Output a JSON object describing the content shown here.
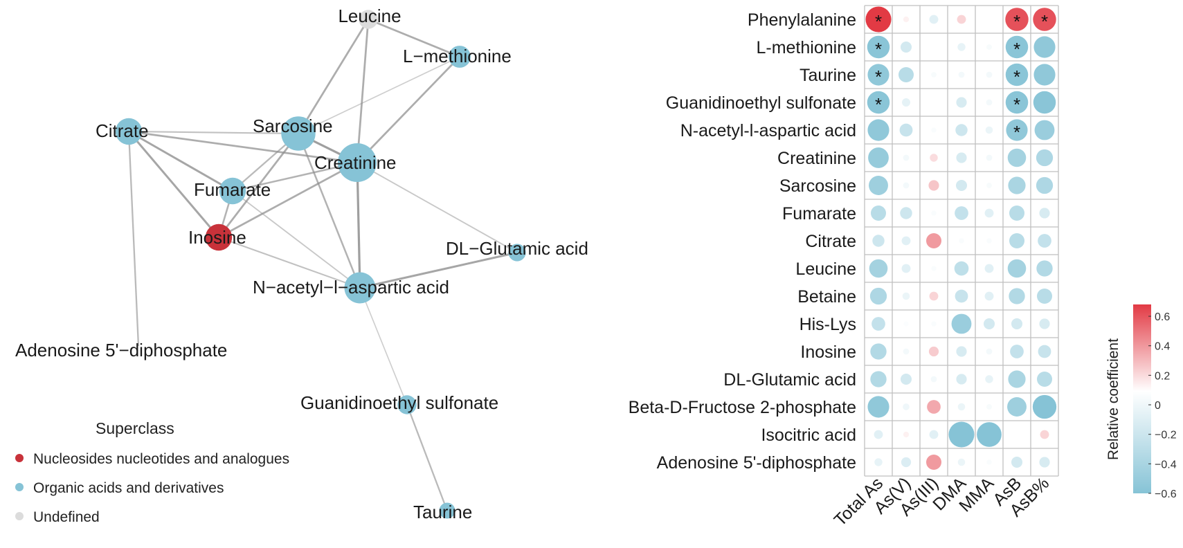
{
  "colors": {
    "nucleoside": "#C8323A",
    "organic": "#86C3D6",
    "undefined": "#DCDCDC",
    "edge": "#8E8E8E",
    "grid": "#BFBFBF",
    "positive_max": "#E23A44",
    "zero": "#FFFFFF",
    "negative_max": "#86C3D6"
  },
  "chart_data": [
    {
      "type": "network",
      "legend_title": "Superclass",
      "legend": [
        {
          "label": "Nucleosides nucleotides and analogues",
          "class": "nucleoside"
        },
        {
          "label": "Organic acids and derivatives",
          "class": "organic"
        },
        {
          "label": "Undefined",
          "class": "undefined"
        }
      ],
      "nodes": [
        {
          "id": "Leucine",
          "label": "Leucine",
          "class": "undefined",
          "size": 0.35
        },
        {
          "id": "L-methionine",
          "label": "L−methionine",
          "class": "organic",
          "size": 0.45
        },
        {
          "id": "Citrate",
          "label": "Citrate",
          "class": "organic",
          "size": 0.6
        },
        {
          "id": "Sarcosine",
          "label": "Sarcosine",
          "class": "organic",
          "size": 0.85
        },
        {
          "id": "Creatinine",
          "label": "Creatinine",
          "class": "organic",
          "size": 1.0
        },
        {
          "id": "Fumarate",
          "label": "Fumarate",
          "class": "organic",
          "size": 0.6
        },
        {
          "id": "Inosine",
          "label": "Inosine",
          "class": "nucleoside",
          "size": 0.6
        },
        {
          "id": "DL-Glutamic acid",
          "label": "DL−Glutamic acid",
          "class": "organic",
          "size": 0.3
        },
        {
          "id": "N-acetyl-l-aspartic acid",
          "label": "N−acetyl−l−aspartic acid",
          "class": "organic",
          "size": 0.75
        },
        {
          "id": "Adenosine 5'-diphosphate",
          "label": "Adenosine 5'−diphosphate",
          "class": "organic",
          "size": 0
        },
        {
          "id": "Guanidinoethyl sulfonate",
          "label": "Guanidinoethyl sulfonate",
          "class": "organic",
          "size": 0.35
        },
        {
          "id": "Taurine",
          "label": "Taurine",
          "class": "organic",
          "size": 0.25
        }
      ],
      "edges": [
        {
          "source": "Leucine",
          "target": "L-methionine",
          "weight": 0.8
        },
        {
          "source": "Leucine",
          "target": "Sarcosine",
          "weight": 0.8
        },
        {
          "source": "Leucine",
          "target": "Creatinine",
          "weight": 0.8
        },
        {
          "source": "L-methionine",
          "target": "Creatinine",
          "weight": 0.8
        },
        {
          "source": "L-methionine",
          "target": "Sarcosine",
          "weight": 0.3
        },
        {
          "source": "Citrate",
          "target": "Sarcosine",
          "weight": 0.5
        },
        {
          "source": "Citrate",
          "target": "Creatinine",
          "weight": 0.8
        },
        {
          "source": "Citrate",
          "target": "Fumarate",
          "weight": 0.9
        },
        {
          "source": "Citrate",
          "target": "Inosine",
          "weight": 0.9
        },
        {
          "source": "Citrate",
          "target": "Adenosine 5'-diphosphate",
          "weight": 0.6
        },
        {
          "source": "Sarcosine",
          "target": "Creatinine",
          "weight": 1.0
        },
        {
          "source": "Sarcosine",
          "target": "Fumarate",
          "weight": 0.6
        },
        {
          "source": "Sarcosine",
          "target": "Inosine",
          "weight": 0.8
        },
        {
          "source": "Sarcosine",
          "target": "N-acetyl-l-aspartic acid",
          "weight": 0.7
        },
        {
          "source": "Creatinine",
          "target": "Fumarate",
          "weight": 0.7
        },
        {
          "source": "Creatinine",
          "target": "Inosine",
          "weight": 0.8
        },
        {
          "source": "Creatinine",
          "target": "N-acetyl-l-aspartic acid",
          "weight": 1.0
        },
        {
          "source": "Creatinine",
          "target": "DL-Glutamic acid",
          "weight": 0.4
        },
        {
          "source": "Fumarate",
          "target": "Inosine",
          "weight": 0.7
        },
        {
          "source": "Fumarate",
          "target": "N-acetyl-l-aspartic acid",
          "weight": 0.4
        },
        {
          "source": "Inosine",
          "target": "N-acetyl-l-aspartic acid",
          "weight": 0.5
        },
        {
          "source": "N-acetyl-l-aspartic acid",
          "target": "DL-Glutamic acid",
          "weight": 0.9
        },
        {
          "source": "N-acetyl-l-aspartic acid",
          "target": "Guanidinoethyl sulfonate",
          "weight": 0.3
        },
        {
          "source": "Guanidinoethyl sulfonate",
          "target": "Taurine",
          "weight": 0.6
        }
      ]
    },
    {
      "type": "heatmap",
      "colorbar_label": "Relative coefficient",
      "colorbar_ticks": [
        "0.6",
        "0.4",
        "0.2",
        "0",
        "−0.2",
        "−0.4",
        "−0.6"
      ],
      "colorbar_tick_values": [
        0.6,
        0.4,
        0.2,
        0,
        -0.2,
        -0.4,
        -0.6
      ],
      "vmin": -0.6,
      "vmax": 0.68,
      "significance_marker": "*",
      "rows": [
        "Phenylalanine",
        "L-methionine",
        "Taurine",
        "Guanidinoethyl sulfonate",
        "N-acetyl-l-aspartic acid",
        "Creatinine",
        "Sarcosine",
        "Fumarate",
        "Citrate",
        "Leucine",
        "Betaine",
        "His-Lys",
        "Inosine",
        "DL-Glutamic acid",
        "Beta-D-Fructose 2-phosphate",
        "Isocitric acid",
        "Adenosine 5'-diphosphate"
      ],
      "columns": [
        "Total As",
        "As(V)",
        "As(III)",
        "DMA",
        "MMA",
        "AsB",
        "AsB%"
      ],
      "values": [
        [
          0.68,
          0.05,
          -0.15,
          0.15,
          0.0,
          0.6,
          0.6
        ],
        [
          -0.58,
          -0.22,
          0.0,
          -0.12,
          -0.04,
          -0.58,
          -0.55
        ],
        [
          -0.55,
          -0.35,
          -0.04,
          -0.06,
          -0.06,
          -0.58,
          -0.55
        ],
        [
          -0.58,
          -0.13,
          0.0,
          -0.2,
          -0.06,
          -0.58,
          -0.58
        ],
        [
          -0.55,
          -0.28,
          -0.03,
          -0.25,
          -0.1,
          -0.55,
          -0.5
        ],
        [
          -0.52,
          -0.06,
          0.12,
          -0.2,
          -0.06,
          -0.45,
          -0.4
        ],
        [
          -0.48,
          -0.06,
          0.2,
          -0.22,
          -0.04,
          -0.42,
          -0.4
        ],
        [
          -0.35,
          -0.25,
          -0.03,
          -0.3,
          -0.15,
          -0.35,
          -0.2
        ],
        [
          -0.25,
          -0.15,
          0.35,
          -0.03,
          -0.03,
          -0.35,
          -0.3
        ],
        [
          -0.45,
          -0.15,
          -0.03,
          -0.32,
          -0.15,
          -0.45,
          -0.38
        ],
        [
          -0.4,
          -0.1,
          0.15,
          -0.28,
          -0.15,
          -0.38,
          -0.35
        ],
        [
          -0.3,
          -0.02,
          -0.03,
          -0.5,
          -0.22,
          -0.22,
          -0.2
        ],
        [
          -0.38,
          -0.06,
          0.18,
          -0.2,
          -0.06,
          -0.3,
          -0.28
        ],
        [
          -0.38,
          -0.22,
          -0.06,
          -0.2,
          -0.12,
          -0.42,
          -0.35
        ],
        [
          -0.55,
          -0.08,
          0.3,
          -0.1,
          -0.04,
          -0.48,
          -0.62
        ],
        [
          -0.15,
          0.05,
          -0.15,
          -0.68,
          -0.65,
          0.0,
          0.15
        ],
        [
          -0.12,
          -0.18,
          0.35,
          -0.1,
          -0.03,
          -0.22,
          -0.2
        ]
      ],
      "significant": [
        [
          0,
          0
        ],
        [
          0,
          5
        ],
        [
          0,
          6
        ],
        [
          1,
          0
        ],
        [
          1,
          5
        ],
        [
          2,
          0
        ],
        [
          2,
          5
        ],
        [
          3,
          0
        ],
        [
          3,
          5
        ],
        [
          4,
          5
        ]
      ]
    }
  ]
}
